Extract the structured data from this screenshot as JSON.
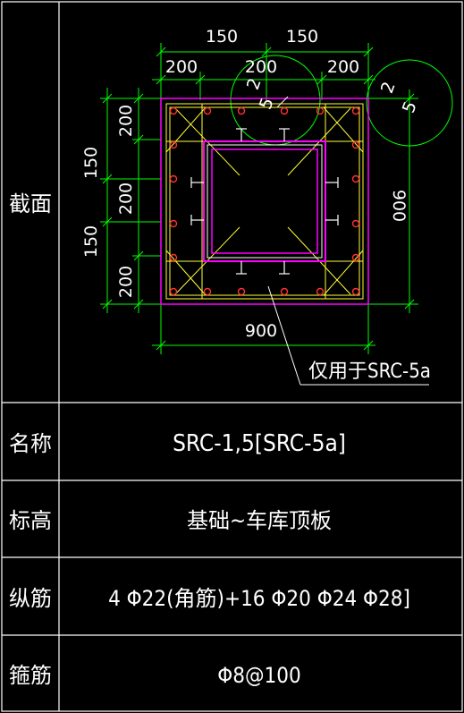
{
  "rows": [
    {
      "label": "截面"
    },
    {
      "label": "名称",
      "value": "SRC-1,5[SRC-5a]"
    },
    {
      "label": "标高",
      "value": "基础~车库顶板"
    },
    {
      "label": "纵筋",
      "value": "4 Φ22(角筋)+16 Φ20 Φ24 Φ28]"
    },
    {
      "label": "箍筋",
      "value": "Φ8@100"
    }
  ],
  "section": {
    "top_dims_upper": [
      "150",
      "150"
    ],
    "top_dims_lower": [
      "200",
      "200",
      "200"
    ],
    "left_dims_outer": [
      "150",
      "150"
    ],
    "left_dims_inner": [
      "200",
      "200",
      "200"
    ],
    "right_dim": "900",
    "bottom_dim": "900",
    "note": "仅用于SRC-5a",
    "detail_marks": [
      "2",
      "5"
    ]
  },
  "colors": {
    "frame": "#ffffff",
    "dimension": "#00ff00",
    "concrete": "#ff00ff",
    "rebar": "#ffff33",
    "rebar_dot": "#ff3333",
    "steel": "#ff00ff",
    "steel_inner": "#ffff33"
  }
}
